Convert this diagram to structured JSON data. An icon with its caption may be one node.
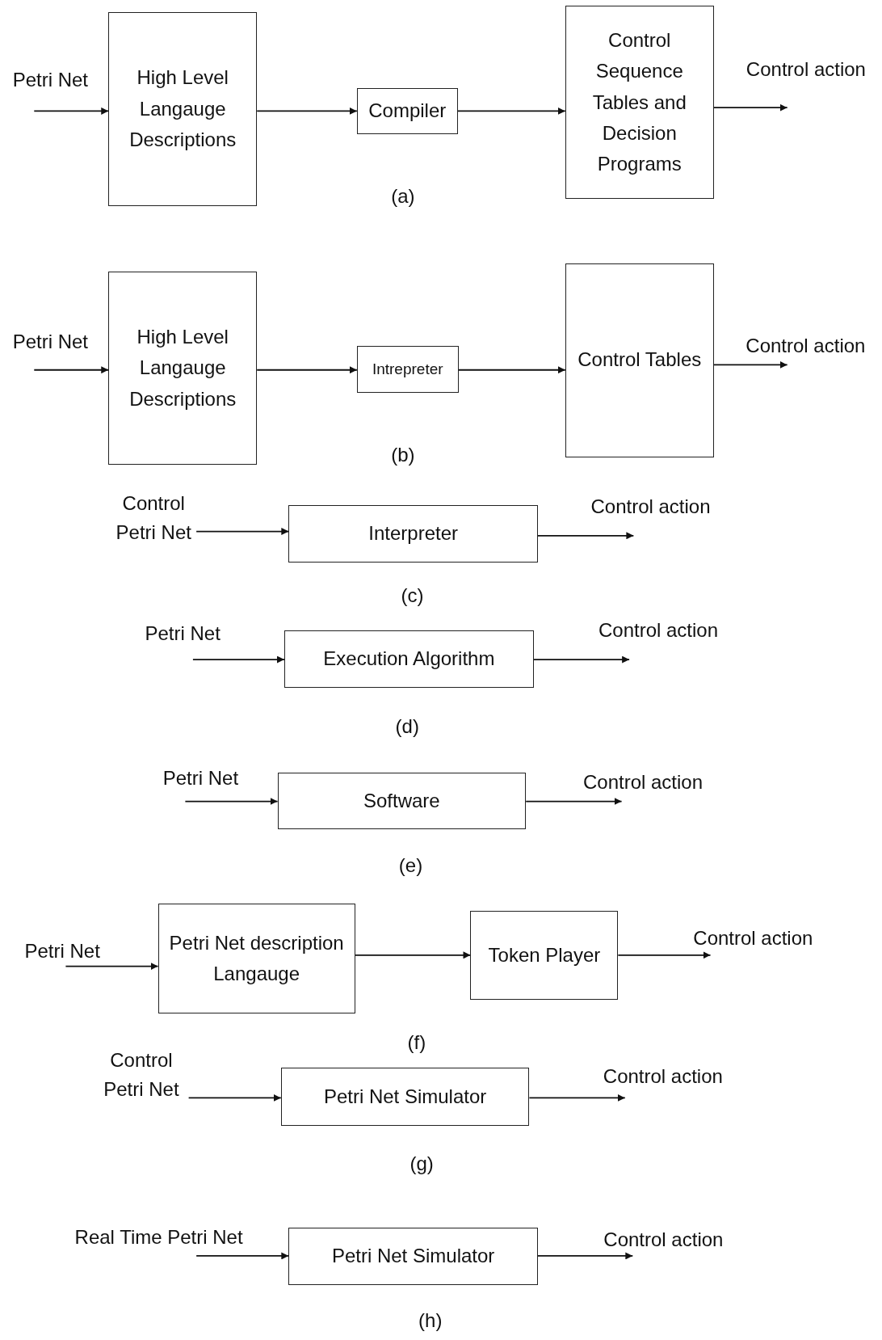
{
  "diagram": {
    "nodes": [
      {
        "text": [
          "Petri Net"
        ]
      },
      {
        "text": [
          "High Level Langauge Descriptions"
        ]
      },
      {
        "text": [
          "Compiler"
        ]
      },
      {
        "text": [
          "Control Sequence Tables and Decision Programs"
        ]
      },
      {
        "text": [
          "Control action"
        ]
      },
      {
        "text": [
          "Petri Net"
        ]
      },
      {
        "text": [
          "High Level Langauge Descriptions"
        ]
      },
      {
        "text": [
          "Intrepreter"
        ]
      },
      {
        "text": [
          "Control Tables"
        ]
      },
      {
        "text": [
          "Control action"
        ]
      },
      {
        "text": [
          "Control Petri Net"
        ]
      },
      {
        "text": [
          "Interpreter"
        ]
      },
      {
        "text": [
          "Control action"
        ]
      },
      {
        "text": [
          "Petri Net"
        ]
      },
      {
        "text": [
          "Execution Algorithm"
        ]
      },
      {
        "text": [
          "Control action"
        ]
      },
      {
        "text": [
          "Petri Net"
        ]
      },
      {
        "text": [
          "Software"
        ]
      },
      {
        "text": [
          "Control action"
        ]
      },
      {
        "text": [
          "Petri Net"
        ]
      },
      {
        "text": [
          "Petri Net description Langauge"
        ]
      },
      {
        "text": [
          "Token Player"
        ]
      },
      {
        "text": [
          "Control action"
        ]
      },
      {
        "text": [
          "Control Petri Net"
        ]
      },
      {
        "text": [
          "Petri Net Simulator"
        ]
      },
      {
        "text": [
          "Control action"
        ]
      },
      {
        "text": [
          "Real Time Petri Net"
        ]
      },
      {
        "text": [
          "Petri Net Simulator"
        ]
      },
      {
        "text": [
          "Control action"
        ]
      }
    ],
    "edges": [
      {
        "from": 0,
        "to": 1,
        "arrow": "to"
      },
      {
        "from": 1,
        "to": 2,
        "arrow": "to"
      },
      {
        "from": 2,
        "to": 3,
        "arrow": "to"
      },
      {
        "from": 3,
        "to": 4,
        "arrow": "to"
      },
      {
        "from": 5,
        "to": 6,
        "arrow": "to"
      },
      {
        "from": 6,
        "to": 7,
        "arrow": "to"
      },
      {
        "from": 7,
        "to": 8,
        "arrow": "to"
      },
      {
        "from": 8,
        "to": 9,
        "arrow": "to"
      },
      {
        "from": 10,
        "to": 11,
        "arrow": "to"
      },
      {
        "from": 11,
        "to": 12,
        "arrow": "to"
      },
      {
        "from": 13,
        "to": 14,
        "arrow": "to"
      },
      {
        "from": 14,
        "to": 15,
        "arrow": "to"
      },
      {
        "from": 16,
        "to": 17,
        "arrow": "to"
      },
      {
        "from": 17,
        "to": 18,
        "arrow": "to"
      },
      {
        "from": 19,
        "to": 20,
        "arrow": "to"
      },
      {
        "from": 20,
        "to": 21,
        "arrow": "to"
      },
      {
        "from": 21,
        "to": 22,
        "arrow": "to"
      },
      {
        "from": 23,
        "to": 24,
        "arrow": "to"
      },
      {
        "from": 24,
        "to": 25,
        "arrow": "to"
      },
      {
        "from": 26,
        "to": 27,
        "arrow": "to"
      },
      {
        "from": 27,
        "to": 28,
        "arrow": "to"
      }
    ],
    "labels": [
      "(a)",
      "(b)",
      "(c)",
      "(d)",
      "(e)",
      "(f)",
      "(g)",
      "(h)"
    ]
  }
}
